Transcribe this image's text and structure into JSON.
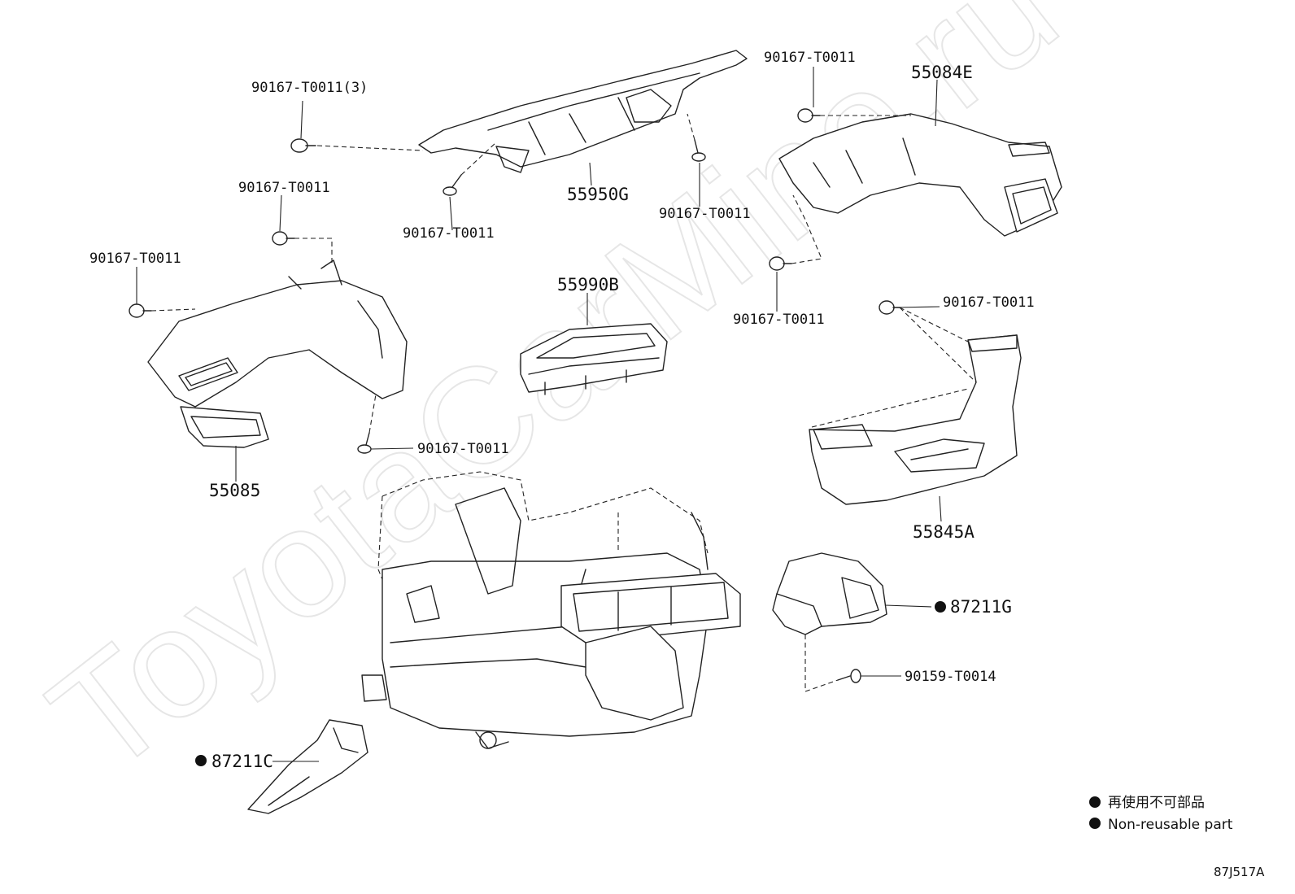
{
  "labels": {
    "p90167_t0011_3": "90167-T0011(3)",
    "p90167_t0011": "90167-T0011",
    "p55950g": "55950G",
    "p55084e": "55084E",
    "p55990b": "55990B",
    "p55085": "55085",
    "p55845a": "55845A",
    "p87211g": "87211G",
    "p90159_t0014": "90159-T0014",
    "p87211c": "87211C"
  },
  "legend": {
    "line1": "再使用不可部品",
    "line2": "Non-reusable part"
  },
  "diagram_code": "87J517A",
  "watermark": "ToyotaCarMine.ru"
}
